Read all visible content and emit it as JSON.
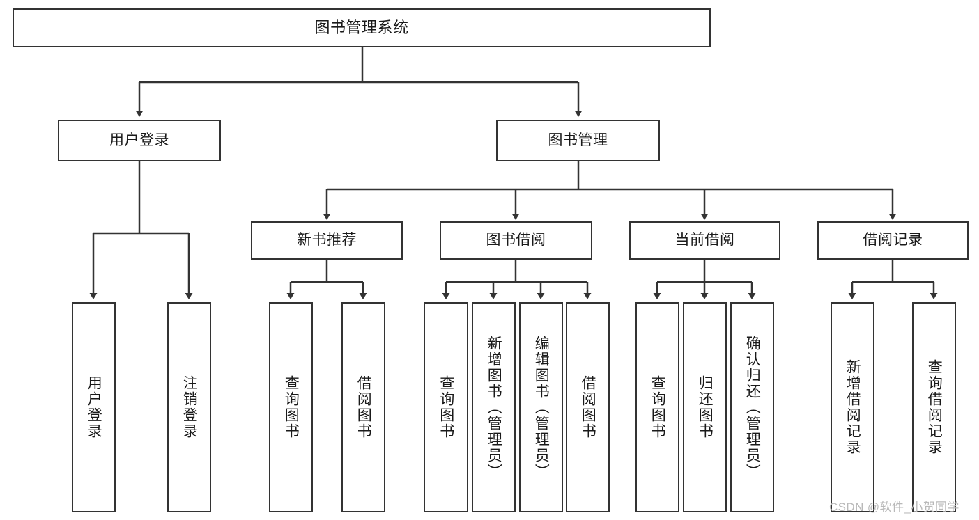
{
  "diagram": {
    "title": "图书管理系统",
    "type": "tree-hierarchy",
    "root": {
      "label": "图书管理系统"
    },
    "level2": [
      {
        "label": "用户登录"
      },
      {
        "label": "图书管理"
      }
    ],
    "level3": [
      {
        "label": "新书推荐"
      },
      {
        "label": "图书借阅"
      },
      {
        "label": "当前借阅"
      },
      {
        "label": "借阅记录"
      }
    ],
    "leaves": {
      "user_login": [
        {
          "label": "用户登录"
        },
        {
          "label": "注销登录"
        }
      ],
      "new_book_recommend": [
        {
          "label": "查询图书"
        },
        {
          "label": "借阅图书"
        }
      ],
      "book_borrow": [
        {
          "label": "查询图书"
        },
        {
          "label": "新增图书（管理员）"
        },
        {
          "label": "编辑图书（管理员）"
        },
        {
          "label": "借阅图书"
        }
      ],
      "current_borrow": [
        {
          "label": "查询图书"
        },
        {
          "label": "归还图书"
        },
        {
          "label": "确认归还（管理员）"
        }
      ],
      "borrow_record": [
        {
          "label": "新增借阅记录"
        },
        {
          "label": "查询借阅记录"
        }
      ]
    }
  },
  "watermark": {
    "text": "CSDN @软件_小贺同学"
  },
  "colors": {
    "stroke": "#333333",
    "background": "#ffffff",
    "text": "#1a1a1a",
    "watermark": "#b9b9b9"
  }
}
